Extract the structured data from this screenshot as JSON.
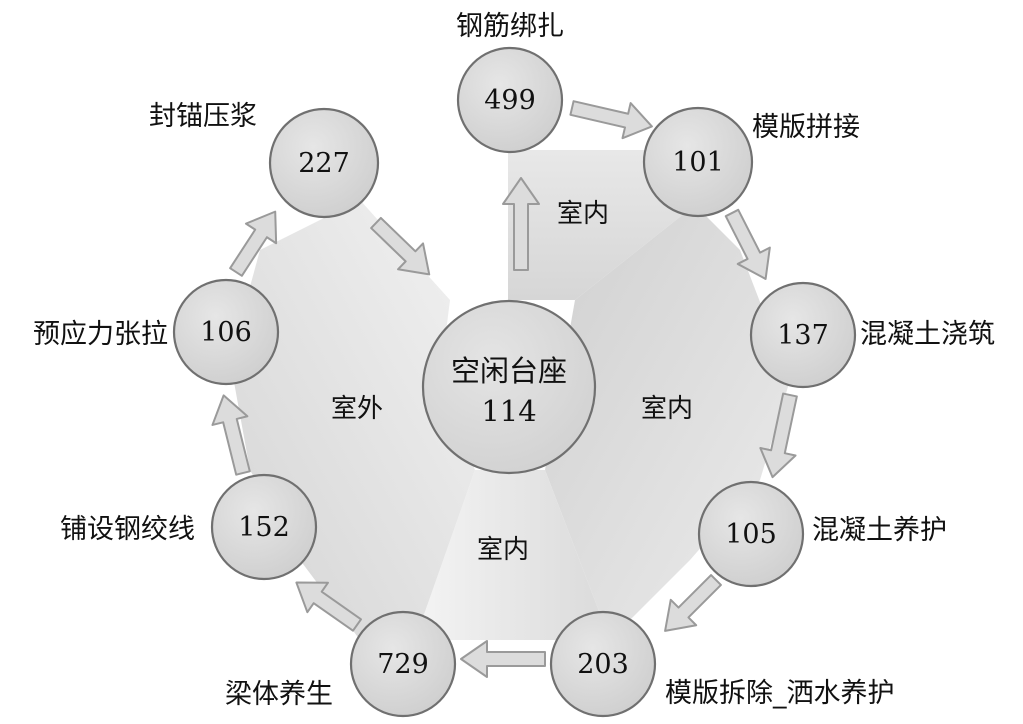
{
  "center": {
    "label": "空闲台座",
    "value": "114"
  },
  "nodes": [
    {
      "id": "rebar",
      "label": "钢筋绑扎",
      "value": "499"
    },
    {
      "id": "formwork-assembly",
      "label": "模版拼接",
      "value": "101"
    },
    {
      "id": "concrete-pour",
      "label": "混凝土浇筑",
      "value": "137"
    },
    {
      "id": "concrete-cure",
      "label": "混凝土养护",
      "value": "105"
    },
    {
      "id": "formwork-removal",
      "label": "模版拆除_洒水养护",
      "value": "203"
    },
    {
      "id": "beam-cure",
      "label": "梁体养生",
      "value": "729"
    },
    {
      "id": "strand-laying",
      "label": "铺设钢绞线",
      "value": "152"
    },
    {
      "id": "prestress",
      "label": "预应力张拉",
      "value": "106"
    },
    {
      "id": "anchor-grout",
      "label": "封锚压浆",
      "value": "227"
    }
  ],
  "zones": [
    {
      "id": "indoor-top",
      "label": "室内"
    },
    {
      "id": "indoor-right",
      "label": "室内"
    },
    {
      "id": "indoor-bottom",
      "label": "室内"
    },
    {
      "id": "outdoor-left",
      "label": "室外"
    }
  ],
  "colors": {
    "circle_fill": "#d9d9d9",
    "circle_stroke": "#707070",
    "arrow_fill": "#dcdcdc",
    "arrow_stroke": "#9a9a9a",
    "zone_fill": "#e4e4e4"
  }
}
